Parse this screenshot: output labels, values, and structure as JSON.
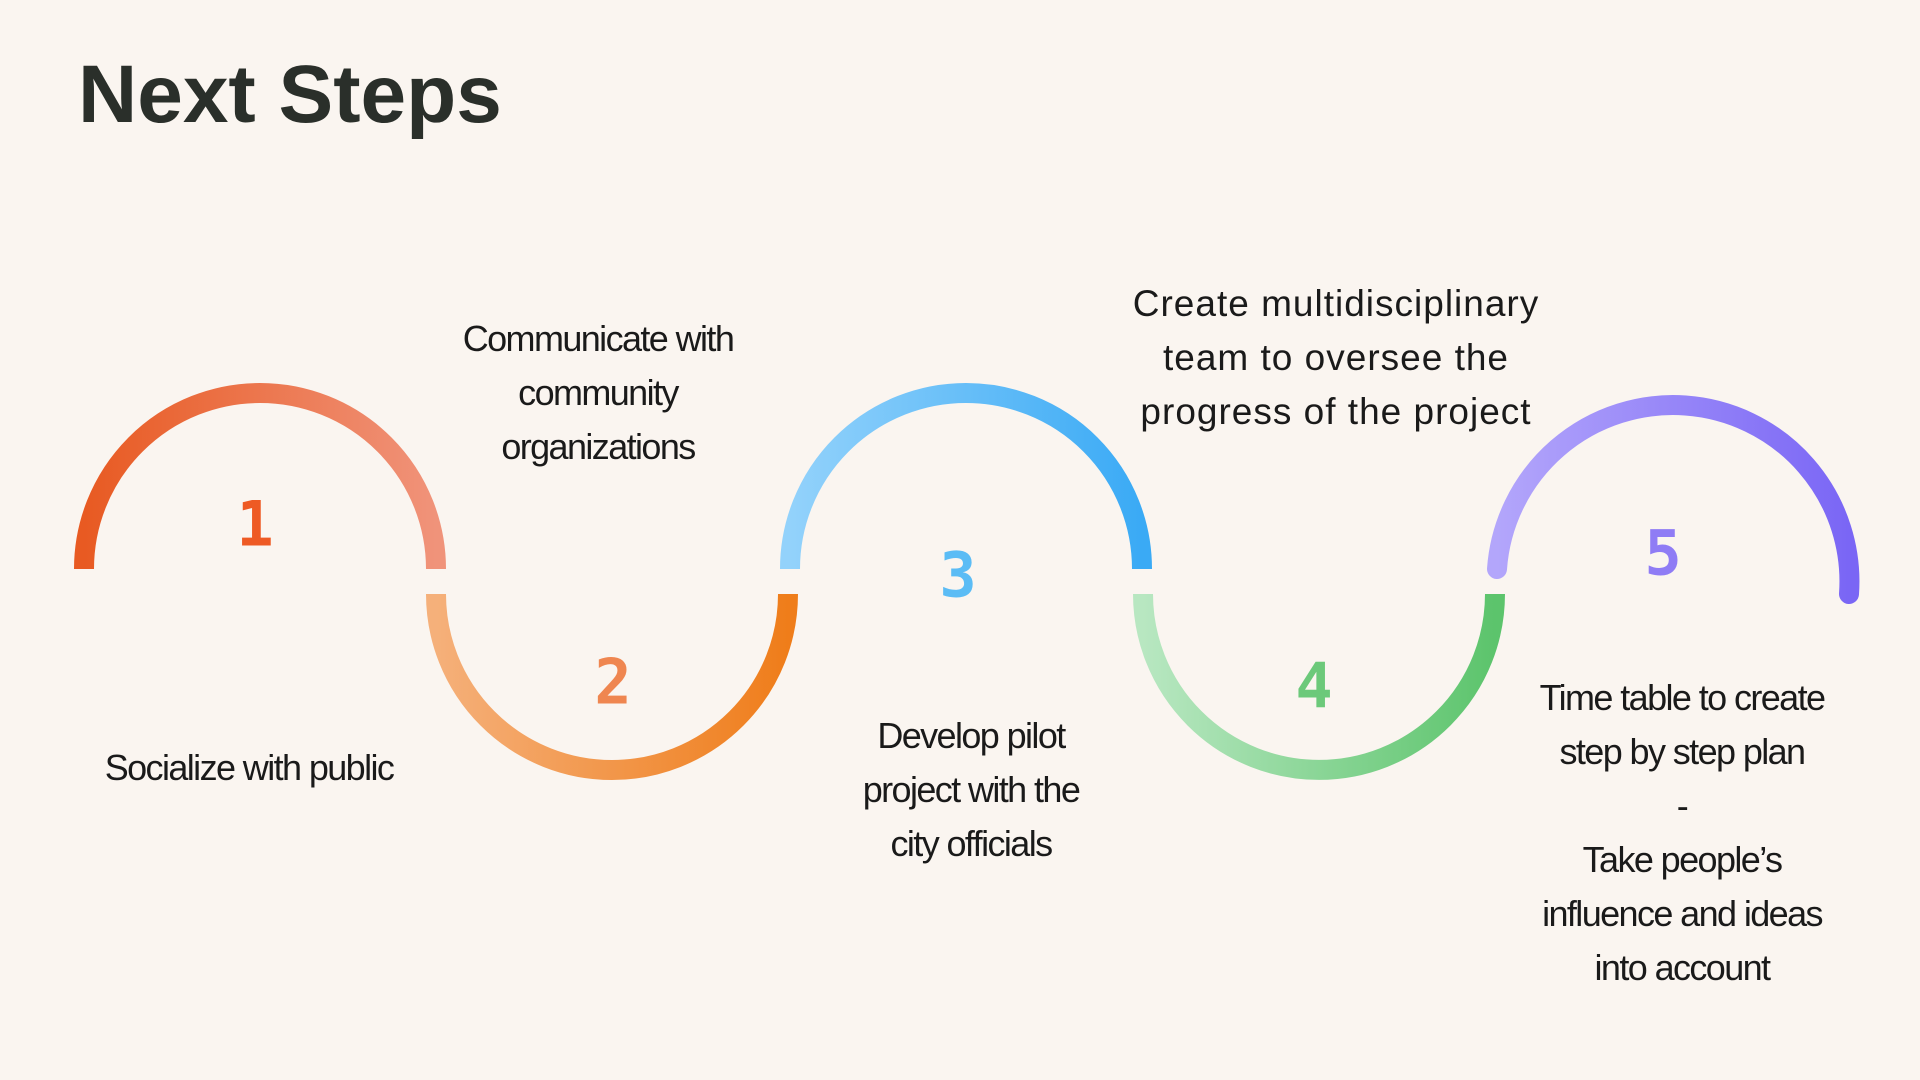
{
  "title": "Next Steps",
  "steps": [
    {
      "number": "1",
      "color": "#ee5a24",
      "gradient": [
        "#e85a22",
        "#f0937a"
      ],
      "lines": [
        "Socialize with public"
      ]
    },
    {
      "number": "2",
      "color": "#ef8650",
      "gradient": [
        "#f5b07a",
        "#ef7d1a"
      ],
      "lines": [
        "Communicate with",
        "community",
        "organizations"
      ]
    },
    {
      "number": "3",
      "color": "#5bbcf5",
      "gradient": [
        "#93d2fb",
        "#3aaaf5"
      ],
      "lines": [
        "Develop pilot",
        "project with the",
        "city officials"
      ]
    },
    {
      "number": "4",
      "color": "#6cc97a",
      "gradient": [
        "#b8e7c1",
        "#5cc46c"
      ],
      "lines": [
        "Create multidisciplinary",
        "team to oversee the",
        "progress of the project"
      ]
    },
    {
      "number": "5",
      "color": "#8f7cf5",
      "gradient": [
        "#b3a6fb",
        "#7a66f5"
      ],
      "lines": [
        "Time table to create",
        "step by step plan",
        "-",
        "Take people’s",
        "influence and ideas",
        "into account"
      ]
    }
  ]
}
